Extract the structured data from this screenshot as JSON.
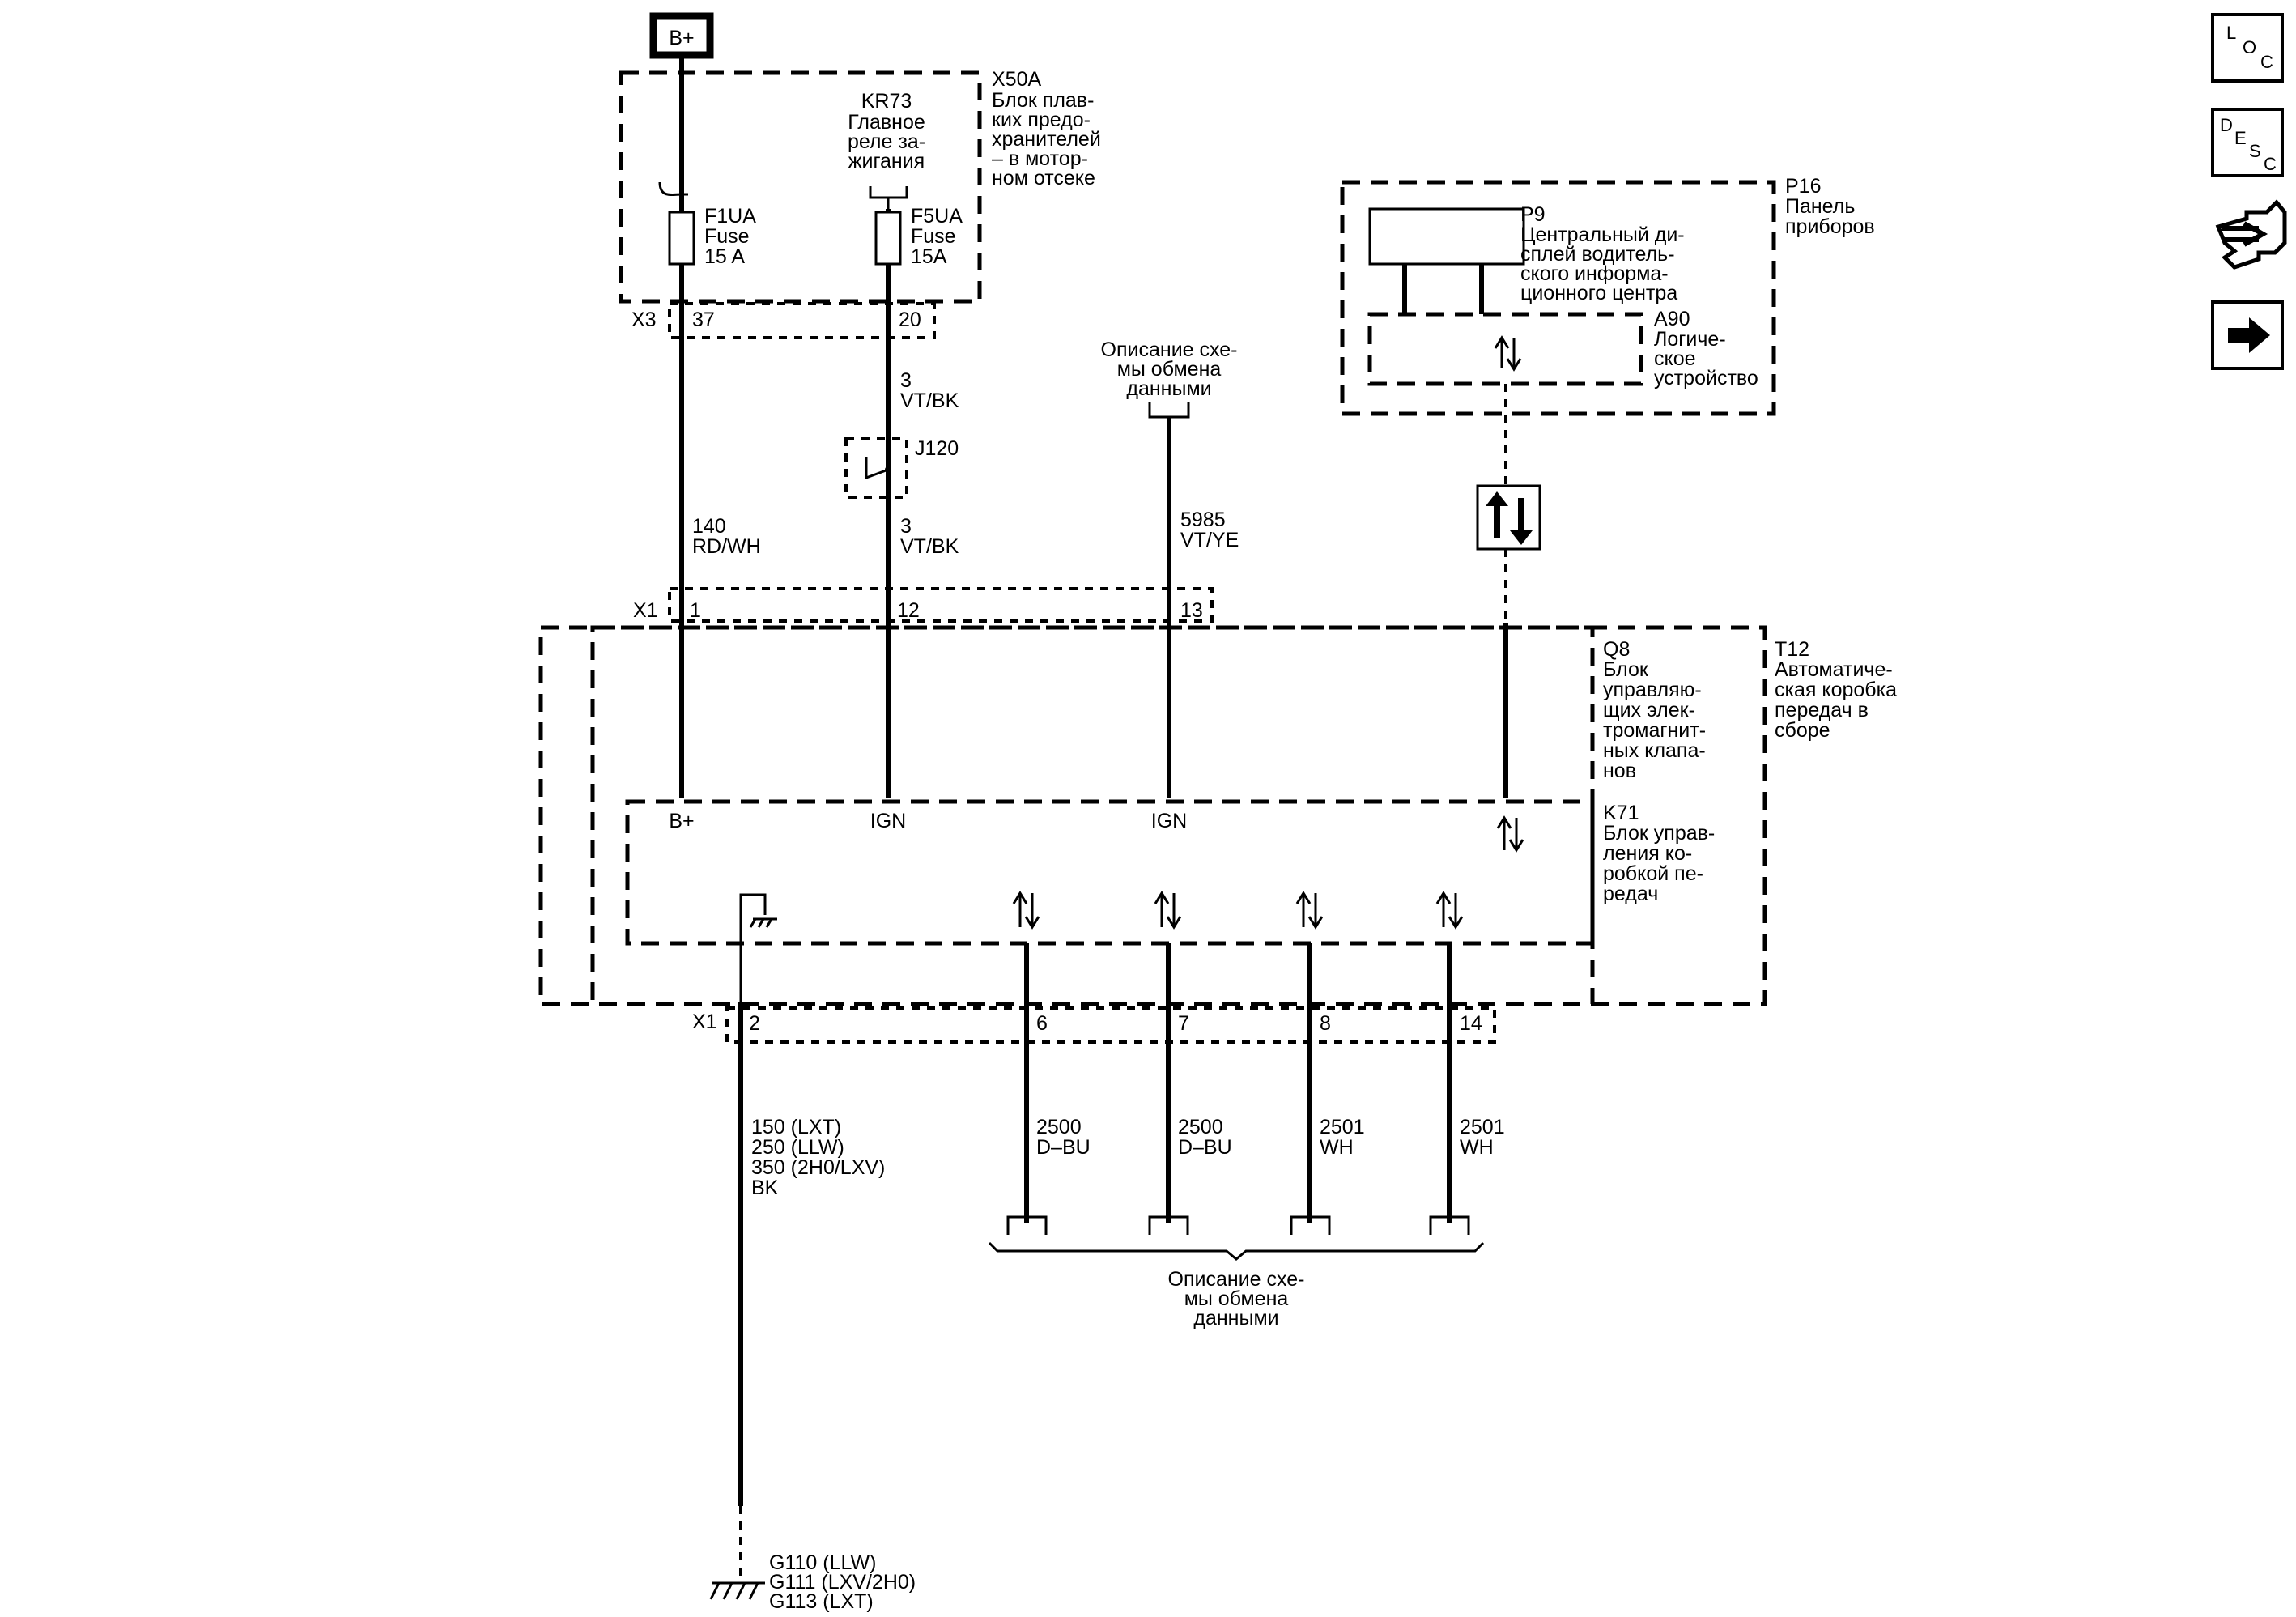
{
  "power_source": {
    "label": "B+"
  },
  "fuse_block": {
    "ref": "X50A",
    "name_lines": [
      "Блок плав-",
      "ких предо-",
      "хранителей",
      "– в мотор-",
      "ном отсеке"
    ],
    "relay": {
      "ref": "KR73",
      "name_lines": [
        "Главное",
        "реле за-",
        "жигания"
      ]
    },
    "fuse1": {
      "lines": [
        "F1UA",
        "Fuse",
        "15 A"
      ]
    },
    "fuse2": {
      "lines": [
        "F5UA",
        "Fuse",
        "15A"
      ]
    }
  },
  "connector_x3": {
    "ref": "X3",
    "pins": [
      "37",
      "20"
    ]
  },
  "wires": {
    "w1": {
      "lines": [
        "140",
        "RD/WH"
      ]
    },
    "w2a": {
      "lines": [
        "3",
        "VT/BK"
      ]
    },
    "w2b": {
      "lines": [
        "3",
        "VT/BK"
      ]
    },
    "w3": {
      "lines": [
        "5985",
        "VT/YE"
      ]
    },
    "ground": {
      "lines": [
        "150 (LXT)",
        "250 (LLW)",
        "350 (2H0/LXV)",
        "BK"
      ]
    },
    "w6": {
      "lines": [
        "2500",
        "D–BU"
      ]
    },
    "w7": {
      "lines": [
        "2500",
        "D–BU"
      ]
    },
    "w8": {
      "lines": [
        "2501",
        "WH"
      ]
    },
    "w14": {
      "lines": [
        "2501",
        "WH"
      ]
    }
  },
  "splice": {
    "ref": "J120"
  },
  "data_description_top": {
    "lines": [
      "Описание схе-",
      "мы обмена",
      "данными"
    ]
  },
  "data_description_bottom": {
    "lines": [
      "Описание схе-",
      "мы обмена",
      "данными"
    ]
  },
  "instrument_panel": {
    "ref": "P16",
    "name_lines": [
      "Панель",
      "приборов"
    ],
    "display": {
      "ref": "P9",
      "name_lines": [
        "Центральный ди-",
        "сплей водитель-",
        "ского информа-",
        "ционного центра"
      ]
    },
    "logic": {
      "ref": "A90",
      "name_lines": [
        "Логиче-",
        "ское",
        "устройство"
      ]
    }
  },
  "connector_x1_top": {
    "ref": "X1",
    "pins": [
      "1",
      "12",
      "13"
    ]
  },
  "transmission": {
    "ref": "T12",
    "name_lines": [
      "Автоматиче-",
      "ская коробка",
      "передач в",
      "сборе"
    ]
  },
  "solenoid_body": {
    "ref": "Q8",
    "name_lines": [
      "Блок",
      "управляю-",
      "щих элек-",
      "тромагнит-",
      "ных клапа-",
      "нов"
    ]
  },
  "tcm": {
    "ref": "K71",
    "name_lines": [
      "Блок управ-",
      "ления ко-",
      "робкой пе-",
      "редач"
    ],
    "terminals": [
      "B+",
      "IGN",
      "IGN"
    ]
  },
  "connector_x1_bottom": {
    "ref": "X1",
    "pins": [
      "2",
      "6",
      "7",
      "8",
      "14"
    ]
  },
  "grounds": {
    "lines": [
      "G110 (LLW)",
      "G111 (LXV/2H0)",
      "G113 (LXT)"
    ]
  },
  "nav_icons": {
    "loc": {
      "letters": [
        "L",
        "O",
        "C"
      ]
    },
    "desc": {
      "letters": [
        "D",
        "E",
        "S",
        "C"
      ]
    },
    "service_icon": "connector-wrench-icon",
    "next_icon": "arrow-right-icon"
  }
}
